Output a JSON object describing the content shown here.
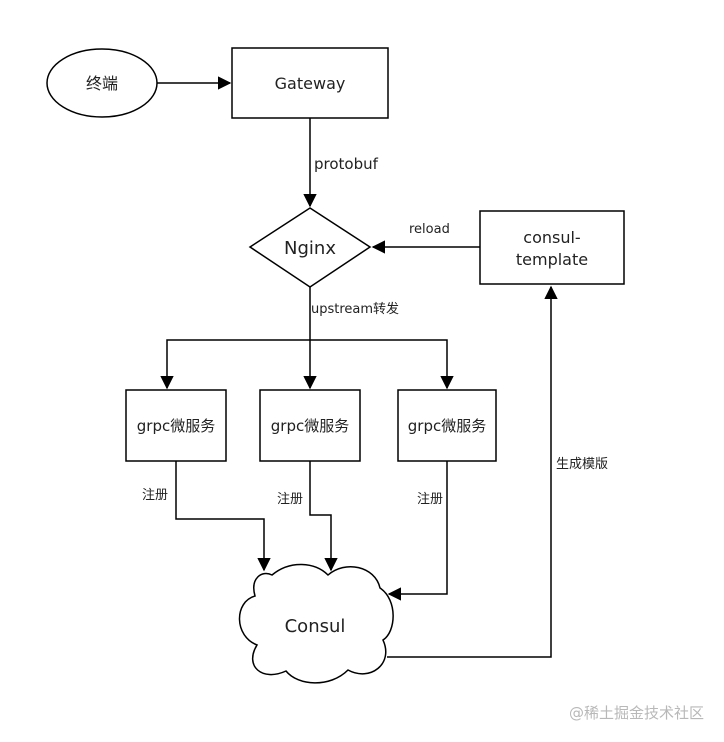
{
  "nodes": {
    "terminal": "终端",
    "gateway": "Gateway",
    "nginx": "Nginx",
    "consul_template_line1": "consul-",
    "consul_template_line2": "template",
    "grpc_1": "grpc微服务",
    "grpc_2": "grpc微服务",
    "grpc_3": "grpc微服务",
    "consul": "Consul"
  },
  "edges": {
    "protobuf": "protobuf",
    "reload": "reload",
    "upstream": "upstream转发",
    "register_1": "注册",
    "register_2": "注册",
    "register_3": "注册",
    "generate_template": "生成模版"
  },
  "watermark": "@稀土掘金技术社区"
}
